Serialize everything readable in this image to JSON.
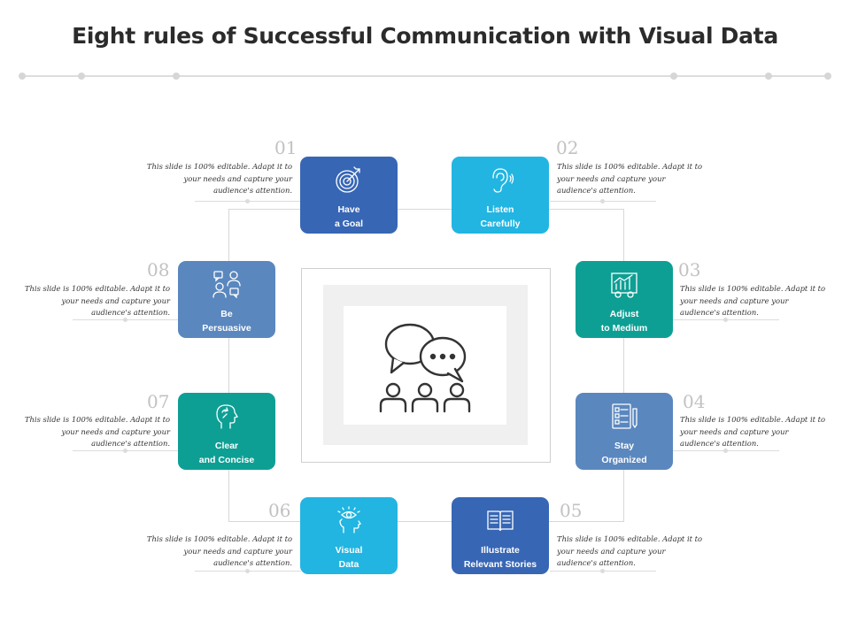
{
  "title": "Eight rules of Successful Communication with Visual Data",
  "colors": {
    "dark_blue": "#3766b5",
    "light_blue": "#22b5e1",
    "teal": "#0e9f94",
    "steel_blue": "#5a87be"
  },
  "center_icon": "chat-group-icon",
  "rules": [
    {
      "number": "01",
      "label_line1": "Have",
      "label_line2": "a Goal",
      "icon": "target-icon",
      "description": "This slide is 100% editable. Adapt it to your needs and capture your audience's attention."
    },
    {
      "number": "02",
      "label_line1": "Listen",
      "label_line2": "Carefully",
      "icon": "ear-icon",
      "description": "This slide is 100% editable. Adapt it to your needs and capture your audience's attention."
    },
    {
      "number": "03",
      "label_line1": "Adjust",
      "label_line2": "to Medium",
      "icon": "chart-gear-icon",
      "description": "This slide is 100% editable. Adapt it to your needs and capture your audience's attention."
    },
    {
      "number": "04",
      "label_line1": "Stay",
      "label_line2": "Organized",
      "icon": "checklist-icon",
      "description": "This slide is 100% editable. Adapt it to your needs and capture your audience's attention."
    },
    {
      "number": "05",
      "label_line1": "Illustrate",
      "label_line2": "Relevant Stories",
      "icon": "book-icon",
      "description": "This slide is 100% editable. Adapt it to your needs and capture your audience's attention."
    },
    {
      "number": "06",
      "label_line1": "Visual",
      "label_line2": "Data",
      "icon": "eye-head-icon",
      "description": "This slide is 100% editable. Adapt it to your needs and capture your audience's attention."
    },
    {
      "number": "07",
      "label_line1": "Clear",
      "label_line2": "and Concise",
      "icon": "head-arrow-icon",
      "description": "This slide is 100% editable. Adapt it to your needs and capture your audience's attention."
    },
    {
      "number": "08",
      "label_line1": "Be",
      "label_line2": "Persuasive",
      "icon": "people-chat-icon",
      "description": "This slide is 100% editable. Adapt it to your needs and capture your audience's attention."
    }
  ]
}
